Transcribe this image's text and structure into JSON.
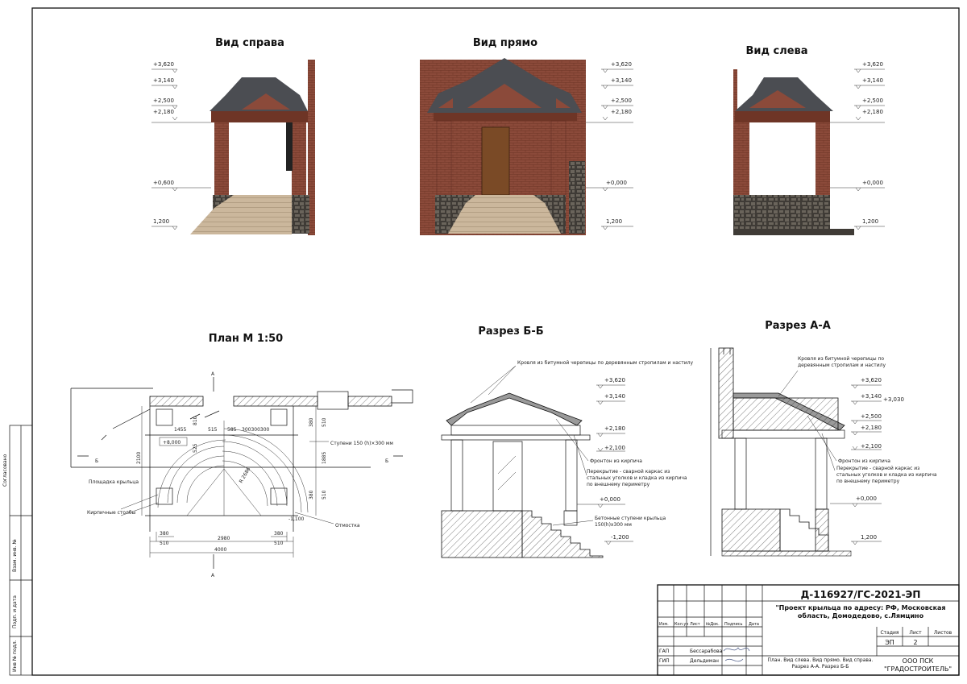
{
  "views": {
    "right": "Вид справа",
    "front": "Вид прямо",
    "left": "Вид слева",
    "plan": "План М 1:50",
    "section_bb": "Разрез Б-Б",
    "section_aa": "Разрез А-А"
  },
  "levels": {
    "l3620": "+3,620",
    "l3140": "+3,140",
    "l2500": "+2,500",
    "l2180": "+2,180",
    "l2100": "+2,100",
    "l0000": "+0,000",
    "l0600": "+0,600",
    "l1200": "1,200",
    "lm1200": "-1,200",
    "l3030": "+3,030",
    "lm1100": "-1,100",
    "l8000": "+8,000"
  },
  "plan": {
    "marker_a": "А",
    "marker_b": "Б",
    "platform_label": "Площадка крыльца",
    "columns_label": "Кирпичные столбы",
    "steps_label": "Ступени 150 (h)×300 мм",
    "otmostka_label": "Отмостка",
    "dims": {
      "d1455": "1455",
      "d515": "515",
      "d585": "585",
      "d300s": "300300300",
      "d810": "810",
      "d380a": "380",
      "d510a": "510",
      "d2100": "2100",
      "d1885": "1885",
      "d380b": "380",
      "d510b": "510",
      "d380c": "380",
      "d510c": "510",
      "d2980": "2980",
      "d380d": "380",
      "d510d": "510",
      "d4000": "4000",
      "d525": "525",
      "r2686": "R 2686"
    }
  },
  "notes": {
    "roof": "Кровля из битумной черепицы по деревянным стропилам и настилу",
    "gable": "Фронтон из кирпича",
    "slab": "Перекрытие - сварной каркас из стальных уголков и кладка из кирпича по внешнему периметру",
    "steps": "Бетонные ступени крыльца 150(h)х300 мм"
  },
  "title_block": {
    "code": "Д-116927/ГС-2021-ЭП",
    "project": "\"Проект крыльца по адресу: РФ, Московская область, Домодедово, с.Лямцино",
    "cols": [
      "Изм.",
      "Кол.уч",
      "Лист",
      "№Док.",
      "Подпись",
      "Дата"
    ],
    "row1_role": "ГАП",
    "row1_name": "Бессарабова",
    "row2_role": "ГИП",
    "row2_name": "Дельдиман",
    "stage_h": "Стадия",
    "sheet_h": "Лист",
    "sheets_h": "Листов",
    "stage": "ЭП",
    "sheet": "2",
    "sheets": "",
    "sheet_title": "План. Вид слева. Вид прямо. Вид справа. Разрез А-А. Разрез Б-Б",
    "company1": "ООО ПСК",
    "company2": "\"ГРАДОСТРОИТЕЛЬ\""
  },
  "side_stamp": {
    "s1": "Согласовано",
    "s2": "Взам. инв. №",
    "s3": "Подп. и дата",
    "s4": "Инв № подл."
  },
  "colors": {
    "brick": "#8b4a3a",
    "brick_dark": "#6e3526",
    "stone": "#4a4640",
    "roof": "#4b4d52",
    "step": "#c9b49a",
    "door": "#7a4a26"
  }
}
